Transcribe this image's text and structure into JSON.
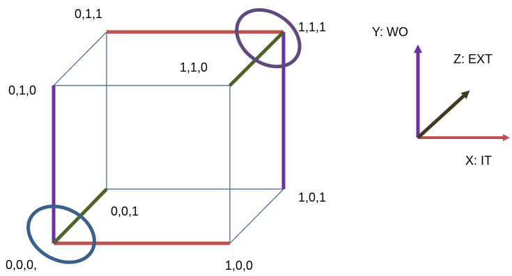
{
  "cube": {
    "vertices": {
      "v000": "0,0,0,",
      "v100": "1,0,0",
      "v010": "0,1,0",
      "v110": "1,1,0",
      "v001": "0,0,1",
      "v101": "1,0,1",
      "v011": "0,1,1",
      "v111": "1,1,1"
    }
  },
  "axes": {
    "x_label": "X: IT",
    "y_label": "Y: WO",
    "z_label": "Z: EXT"
  },
  "colors": {
    "wire": "#3b5f8c",
    "x_axis": "#c0504d",
    "y_axis": "#7030a0",
    "z_axis": "#4f6228",
    "z_arrow": "#3d3a1e",
    "circle_origin": "#3b5f8c",
    "circle_far": "#5f4a7f"
  }
}
